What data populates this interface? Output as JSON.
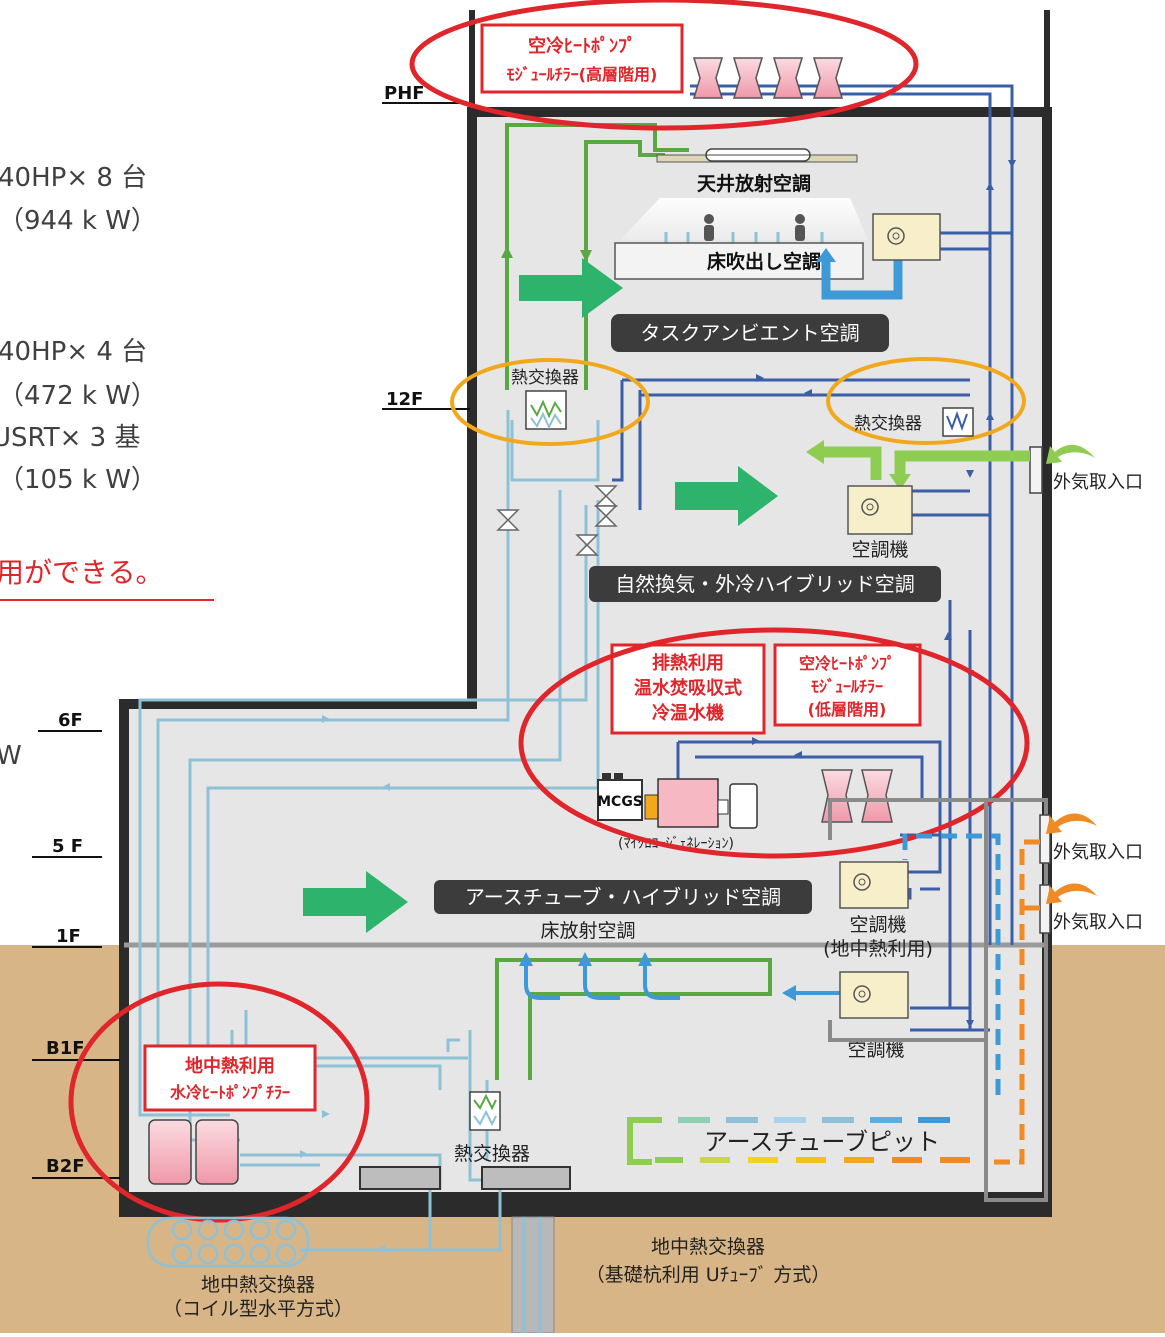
{
  "left_specs": {
    "line1": "40HP× 8 台",
    "line2": "（944 k W）",
    "line3": "40HP× 4 台",
    "line4": "（472 k W）",
    "line5": "USRT× 3 基",
    "line6": "（105 k W）",
    "red_note": "用ができる。",
    "fragment_w": "W"
  },
  "floors": {
    "phf": "PHF",
    "f12": "12F",
    "f6": "6F",
    "f5": "5 F",
    "f1": "1F",
    "b1": "B1F",
    "b2": "B2F"
  },
  "boxes": {
    "roof_chiller_l1": "空冷ﾋｰﾄﾎﾟﾝﾌﾟ",
    "roof_chiller_l2": "ﾓｼﾞｭｰﾙﾁﾗｰ(高層階用)",
    "absorption_l1": "排熱利用",
    "absorption_l2": "温水焚吸収式",
    "absorption_l3": "冷温水機",
    "low_chiller_l1": "空冷ﾋｰﾄﾎﾟﾝﾌﾟ",
    "low_chiller_l2": "ﾓｼﾞｭｰﾙﾁﾗｰ",
    "low_chiller_l3": "(低層階用)",
    "geo_chiller_l1": "地中熱利用",
    "geo_chiller_l2": "水冷ﾋｰﾄﾎﾟﾝﾌﾟﾁﾗｰ"
  },
  "labels": {
    "ceiling_radiant": "天井放射空調",
    "floor_supply": "床吹出し空調",
    "task_ambient": "タスクアンビエント空調",
    "hx_left": "熱交換器",
    "hx_right": "熱交換器",
    "outdoor_intake_1": "外気取入口",
    "ahu_1": "空調機",
    "natural_vent": "自然換気・外冷ハイブリッド空調",
    "mcgs": "MCGS",
    "micro_cogen": "(ﾏｲｸﾛｺｰｼﾞｪﾈﾚｰｼｮﾝ)",
    "outdoor_intake_2": "外気取入口",
    "outdoor_intake_3": "外気取入口",
    "earth_tube_hybrid": "アースチューブ・ハイブリッド空調",
    "floor_radiant": "床放射空調",
    "ahu_geo_l1": "空調機",
    "ahu_geo_l2": "(地中熱利用)",
    "ahu_b1": "空調機",
    "hx_b1": "熱交換器",
    "earth_tube_pit": "アースチューブピット",
    "geo_hx_coil_l1": "地中熱交換器",
    "geo_hx_coil_l2": "（コイル型水平方式）",
    "geo_hx_pile_l1": "地中熱交換器",
    "geo_hx_pile_l2": "（基礎杭利用 Uﾁｭｰﾌﾞ 方式）"
  },
  "colors": {
    "building": "#e6e6e6",
    "wall": "#2b2b2b",
    "ground": "#d8b587",
    "red_highlight": "#e0252b",
    "orange_highlight": "#f2a81c",
    "pipe_blue": "#3a5fa8",
    "pipe_light": "#8fc1d6",
    "pipe_green": "#59a842",
    "arrow_green": "#2db36b",
    "air_blue": "#3d9ad6",
    "air_orange": "#f08a24"
  }
}
